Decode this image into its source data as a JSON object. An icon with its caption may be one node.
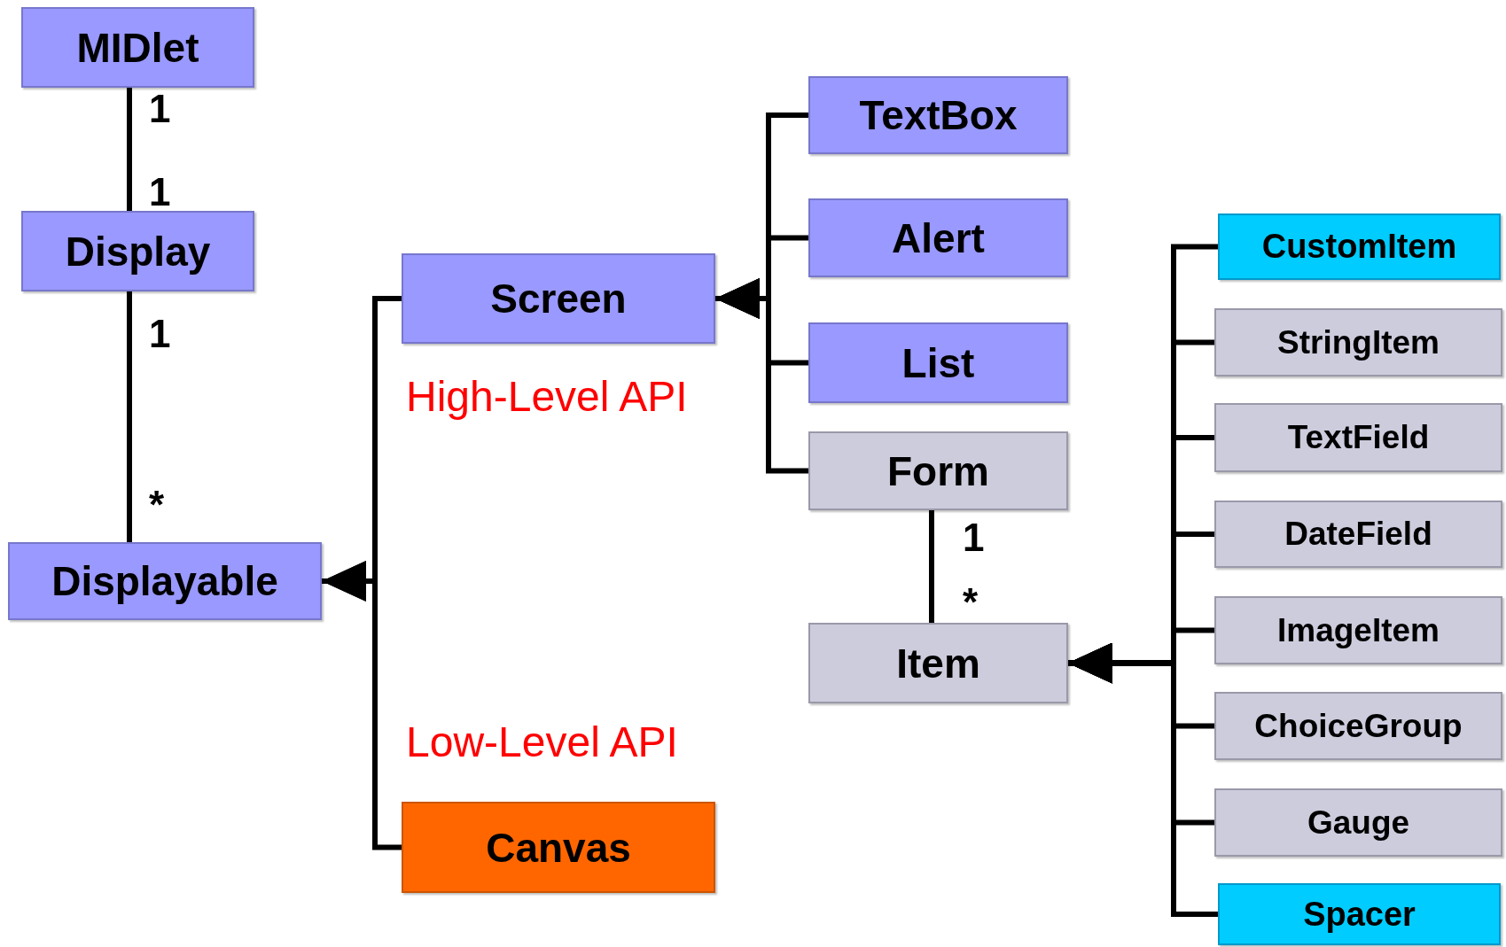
{
  "diagram": {
    "nodes": [
      {
        "text": [
          "MIDlet"
        ]
      },
      {
        "text": [
          "Display"
        ]
      },
      {
        "text": [
          "Displayable"
        ]
      },
      {
        "text": [
          "Screen"
        ]
      },
      {
        "text": [
          "Canvas"
        ]
      },
      {
        "text": [
          "TextBox"
        ]
      },
      {
        "text": [
          "Alert"
        ]
      },
      {
        "text": [
          "List"
        ]
      },
      {
        "text": [
          "Form"
        ]
      },
      {
        "text": [
          "Item"
        ]
      },
      {
        "text": [
          "CustomItem"
        ]
      },
      {
        "text": [
          "StringItem"
        ]
      },
      {
        "text": [
          "TextField"
        ]
      },
      {
        "text": [
          "DateField"
        ]
      },
      {
        "text": [
          "ImageItem"
        ]
      },
      {
        "text": [
          "ChoiceGroup"
        ]
      },
      {
        "text": [
          "Gauge"
        ]
      },
      {
        "text": [
          "Spacer"
        ]
      }
    ],
    "edges": [
      {
        "from": 0,
        "to": 1,
        "arrow": "none"
      },
      {
        "from": 1,
        "to": 2,
        "arrow": "none"
      },
      {
        "from": 3,
        "to": 2,
        "arrow": "to"
      },
      {
        "from": 4,
        "to": 2,
        "arrow": "to"
      },
      {
        "from": 5,
        "to": 3,
        "arrow": "to"
      },
      {
        "from": 6,
        "to": 3,
        "arrow": "to"
      },
      {
        "from": 7,
        "to": 3,
        "arrow": "to"
      },
      {
        "from": 8,
        "to": 3,
        "arrow": "to"
      },
      {
        "from": 8,
        "to": 9,
        "arrow": "none"
      },
      {
        "from": 10,
        "to": 9,
        "arrow": "to"
      },
      {
        "from": 11,
        "to": 9,
        "arrow": "to"
      },
      {
        "from": 12,
        "to": 9,
        "arrow": "to"
      },
      {
        "from": 13,
        "to": 9,
        "arrow": "to"
      },
      {
        "from": 14,
        "to": 9,
        "arrow": "to"
      },
      {
        "from": 15,
        "to": 9,
        "arrow": "to"
      },
      {
        "from": 16,
        "to": 9,
        "arrow": "to"
      },
      {
        "from": 17,
        "to": 9,
        "arrow": "to"
      }
    ],
    "labels": [
      "1",
      "1",
      "1",
      "*",
      "High-Level API",
      "1",
      "*",
      "Low-Level API"
    ]
  }
}
